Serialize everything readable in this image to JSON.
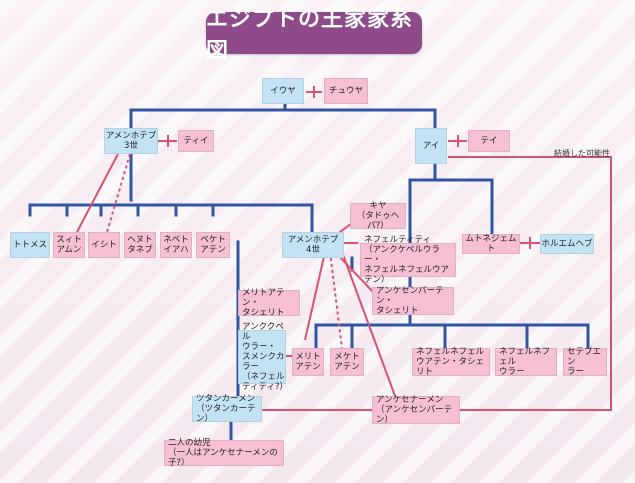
{
  "title": "エジプトの王家家系図",
  "people": {
    "iuya": "イウヤ",
    "chuya": "チュウヤ",
    "amenhotep3": "アメンホテプ\n3世",
    "tiye1": "ティイ",
    "ay": "アイ",
    "tey": "テイ",
    "thutmose": "トトメス",
    "sitamun": "スィト\nアムン",
    "isis": "イシト",
    "henuttaneb": "ヘヌト\nタネブ",
    "nebetah": "ネベト\nイアハ",
    "beketaten": "ベケト\nアテン",
    "amenhotep4": "アメンホテプ\n4世",
    "kiya": "キヤ\n（タドゥヘパ?）",
    "nefertiti": "ネフェルティティ\n（アンクケペルウラー・\nネフェルネフェルウアテン）",
    "mutnodjmet": "ムトネジェムト",
    "horemheb": "ホルエムヘブ",
    "meritaten_smenkhkare": "メリトアテン・\nタシェリト",
    "ankhesenpaaten_tasherit": "アンケセンパーテン・\nタシェリト",
    "smenkhkare": "アンククペル\nウラー・\nスメンクカラー\n（ネフェル\nティティ?）",
    "meritaten": "メリト\nアテン",
    "meketaten": "メケト\nアテン",
    "neferneferuaten": "ネフェルネフェル\nウアテン・タシェリト",
    "neferneferure": "ネフェルネフェル\nウラー",
    "setepenre": "セテプエン\nラー",
    "tutankhamun": "ツタンカーメン\n（ツタンカーテン）",
    "ankhesenamun": "アンケセナーメン\n（アンケセンパーテン）",
    "twins": "二人の幼児\n（一人はアンケセナーメンの子?）"
  },
  "notes": {
    "possible_marriage": "結婚した可能性"
  },
  "colors": {
    "title_bg": "#8e4a8a",
    "male": "#c3e3f5",
    "female": "#f6bfd3",
    "line_blue": "#2f55a4",
    "line_red": "#d9536e"
  }
}
